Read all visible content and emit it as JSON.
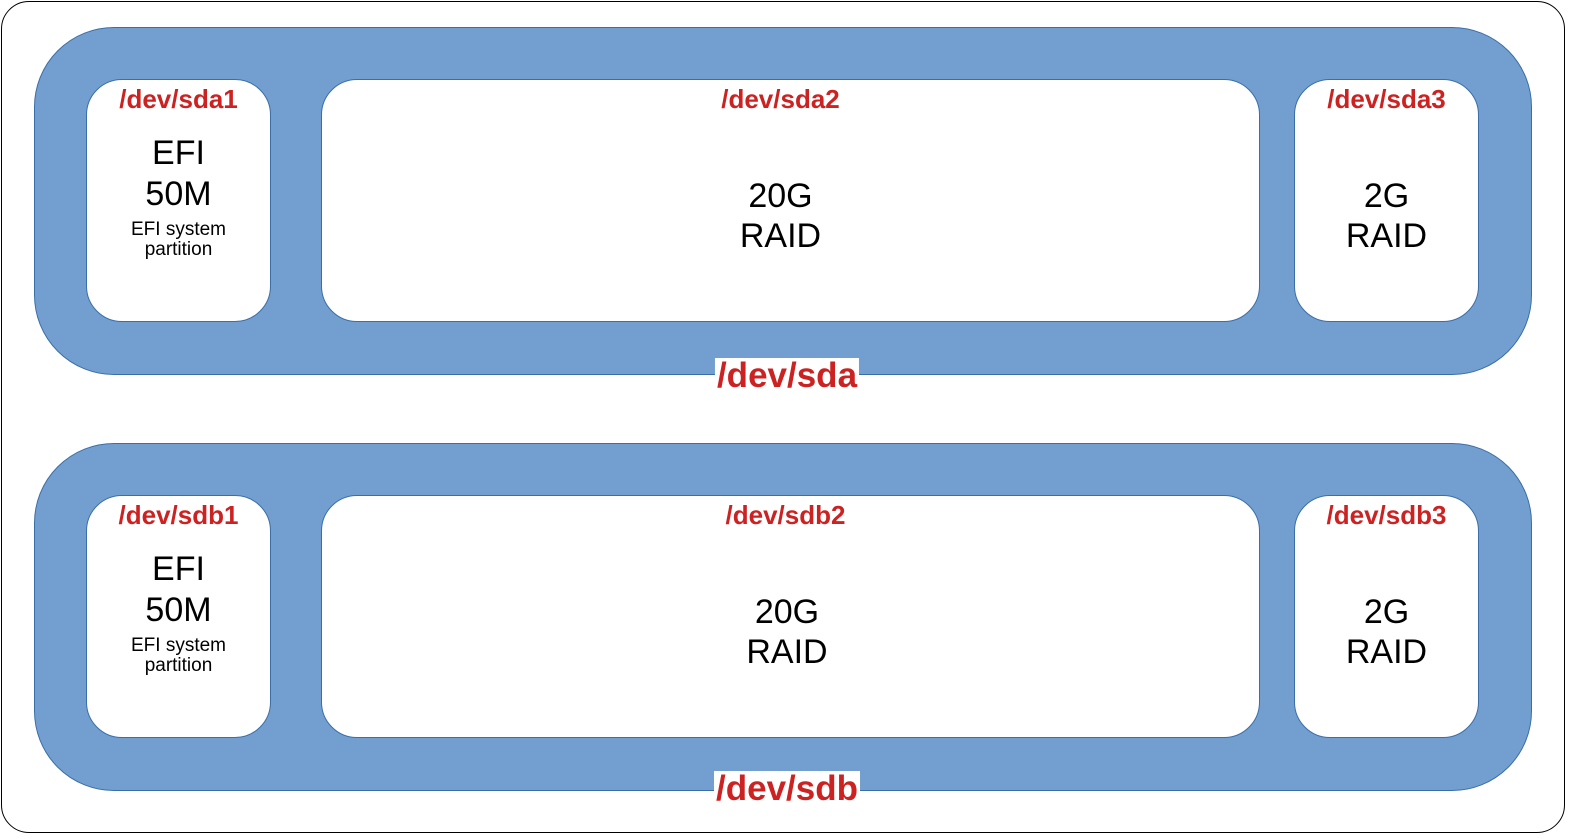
{
  "disks": [
    {
      "name": "/dev/sda",
      "partitions": [
        {
          "label": "/dev/sda1",
          "type": "EFI",
          "size": "50M",
          "description": "EFI system partition"
        },
        {
          "label": "/dev/sda2",
          "size": "20G",
          "type": "RAID"
        },
        {
          "label": "/dev/sda3",
          "size": "2G",
          "type": "RAID"
        }
      ]
    },
    {
      "name": "/dev/sdb",
      "partitions": [
        {
          "label": "/dev/sdb1",
          "type": "EFI",
          "size": "50M",
          "description": "EFI system partition"
        },
        {
          "label": "/dev/sdb2",
          "size": "20G",
          "type": "RAID"
        },
        {
          "label": "/dev/sdb3",
          "size": "2G",
          "type": "RAID"
        }
      ]
    }
  ],
  "colors": {
    "disk_fill": "#729fcf",
    "disk_border": "#3a6ea8",
    "label_red": "#cc2222"
  }
}
